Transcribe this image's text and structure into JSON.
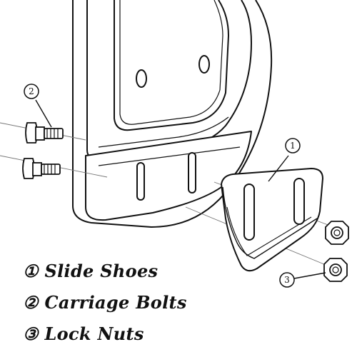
{
  "parts": [
    {
      "number": "①",
      "label": "Slide Shoes"
    },
    {
      "number": "②",
      "label": "Carriage Bolts"
    },
    {
      "number": "③",
      "label": "Lock Nuts"
    }
  ],
  "callouts": {
    "slide_shoes": "1",
    "carriage_bolts": "2",
    "lock_nuts": "3"
  }
}
